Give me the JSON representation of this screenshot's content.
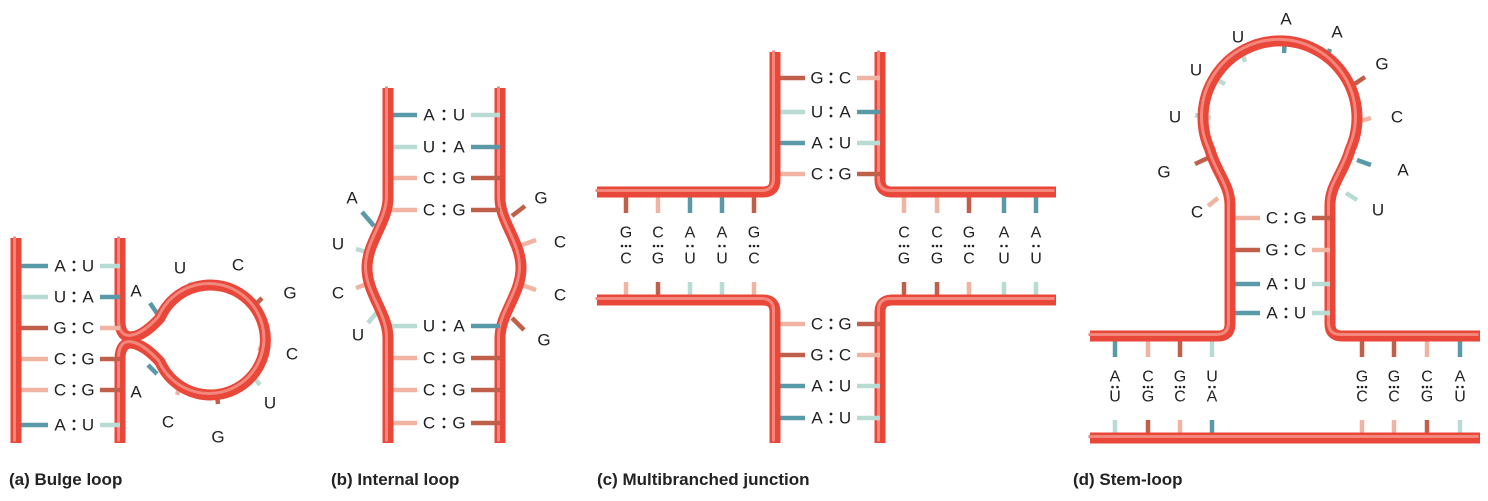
{
  "colors": {
    "backbone": "#e8473a",
    "backbone_highlight": "#f4877c",
    "A": "#5a9aa8",
    "U": "#b8dcd4",
    "G": "#c0604a",
    "C": "#f0b4a2"
  },
  "panels": [
    {
      "caption": "(a) Bulge loop",
      "pairs": [
        [
          "A",
          "U"
        ],
        [
          "U",
          "A"
        ],
        [
          "G",
          "C"
        ],
        [
          "C",
          "G"
        ],
        [
          "C",
          "G"
        ],
        [
          "A",
          "U"
        ]
      ],
      "loop_bases": [
        "A",
        "U",
        "C",
        "G",
        "C",
        "U",
        "G",
        "C",
        "A"
      ]
    },
    {
      "caption": "(b) Internal loop",
      "top_pairs": [
        [
          "A",
          "U"
        ],
        [
          "U",
          "A"
        ],
        [
          "C",
          "G"
        ],
        [
          "C",
          "G"
        ]
      ],
      "bottom_pairs": [
        [
          "U",
          "A"
        ],
        [
          "C",
          "G"
        ],
        [
          "C",
          "G"
        ],
        [
          "C",
          "G"
        ]
      ],
      "left_loop_bases": [
        "A",
        "U",
        "C",
        "U"
      ],
      "right_loop_bases": [
        "G",
        "C",
        "C",
        "G"
      ]
    },
    {
      "caption": "(c) Multibranched junction",
      "top_pairs": [
        [
          "G",
          "C"
        ],
        [
          "U",
          "A"
        ],
        [
          "A",
          "U"
        ],
        [
          "C",
          "G"
        ]
      ],
      "bottom_pairs": [
        [
          "C",
          "G"
        ],
        [
          "G",
          "C"
        ],
        [
          "A",
          "U"
        ],
        [
          "A",
          "U"
        ]
      ],
      "left_pairs": [
        [
          "G",
          "C"
        ],
        [
          "C",
          "G"
        ],
        [
          "A",
          "U"
        ],
        [
          "A",
          "U"
        ],
        [
          "G",
          "C"
        ]
      ],
      "right_pairs": [
        [
          "C",
          "G"
        ],
        [
          "C",
          "G"
        ],
        [
          "G",
          "C"
        ],
        [
          "A",
          "U"
        ],
        [
          "A",
          "U"
        ]
      ]
    },
    {
      "caption": "(d) Stem-loop",
      "stem_pairs": [
        [
          "C",
          "G"
        ],
        [
          "G",
          "C"
        ],
        [
          "A",
          "U"
        ],
        [
          "A",
          "U"
        ]
      ],
      "loop_bases": [
        "C",
        "G",
        "U",
        "U",
        "U",
        "A",
        "A",
        "G",
        "C",
        "A",
        "U"
      ],
      "left_pairs": [
        [
          "A",
          "U"
        ],
        [
          "C",
          "G"
        ],
        [
          "G",
          "C"
        ],
        [
          "U",
          "A"
        ]
      ],
      "right_pairs": [
        [
          "G",
          "C"
        ],
        [
          "G",
          "C"
        ],
        [
          "C",
          "G"
        ],
        [
          "A",
          "U"
        ]
      ]
    }
  ]
}
